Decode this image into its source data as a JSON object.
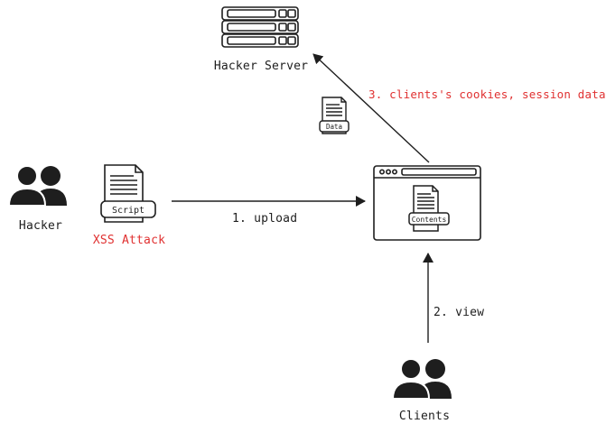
{
  "labels": {
    "hacker": "Hacker",
    "hacker_server": "Hacker Server",
    "xss_attack": "XSS Attack",
    "upload": "1. upload",
    "view": "2. view",
    "exfiltrate": "3. clients's cookies, session data",
    "clients": "Clients"
  },
  "doc_labels": {
    "script": "Script",
    "data": "Data",
    "contents": "Contents"
  },
  "colors": {
    "stroke": "#1e1e1e",
    "accent_red": "#e03131",
    "background": "#ffffff"
  },
  "icons": {
    "hacker": "users-icon",
    "clients": "users-icon",
    "server": "server-stack-icon",
    "browser": "browser-window-icon",
    "document": "document-icon"
  }
}
